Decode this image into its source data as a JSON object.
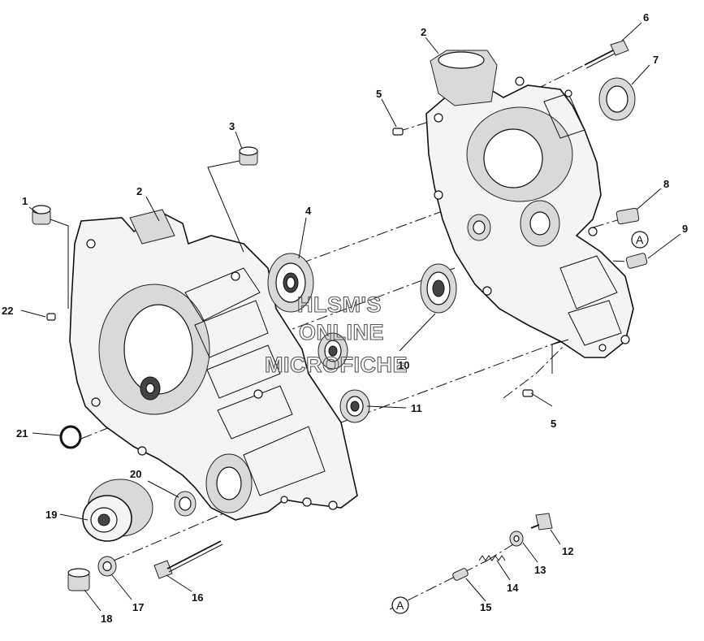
{
  "diagram": {
    "parts": [
      {
        "id": "p1",
        "label": "1"
      },
      {
        "id": "p2a",
        "label": "2"
      },
      {
        "id": "p2b",
        "label": "2"
      },
      {
        "id": "p3",
        "label": "3"
      },
      {
        "id": "p4",
        "label": "4"
      },
      {
        "id": "p5a",
        "label": "5"
      },
      {
        "id": "p5b",
        "label": "5"
      },
      {
        "id": "p6",
        "label": "6"
      },
      {
        "id": "p7",
        "label": "7"
      },
      {
        "id": "p8",
        "label": "8"
      },
      {
        "id": "p9",
        "label": "9"
      },
      {
        "id": "p10",
        "label": "10"
      },
      {
        "id": "p11",
        "label": "11"
      },
      {
        "id": "p12",
        "label": "12"
      },
      {
        "id": "p13",
        "label": "13"
      },
      {
        "id": "p14",
        "label": "14"
      },
      {
        "id": "p15",
        "label": "15"
      },
      {
        "id": "p16",
        "label": "16"
      },
      {
        "id": "p17",
        "label": "17"
      },
      {
        "id": "p18",
        "label": "18"
      },
      {
        "id": "p19",
        "label": "19"
      },
      {
        "id": "p20",
        "label": "20"
      },
      {
        "id": "p21",
        "label": "21"
      },
      {
        "id": "p22",
        "label": "22"
      }
    ],
    "reference_marks": [
      {
        "id": "refA1",
        "label": "A"
      },
      {
        "id": "refA2",
        "label": "A"
      }
    ]
  },
  "watermark": {
    "line1": "HLSM'S",
    "line2": "ONLINE",
    "line3": "MICROFICHE"
  }
}
